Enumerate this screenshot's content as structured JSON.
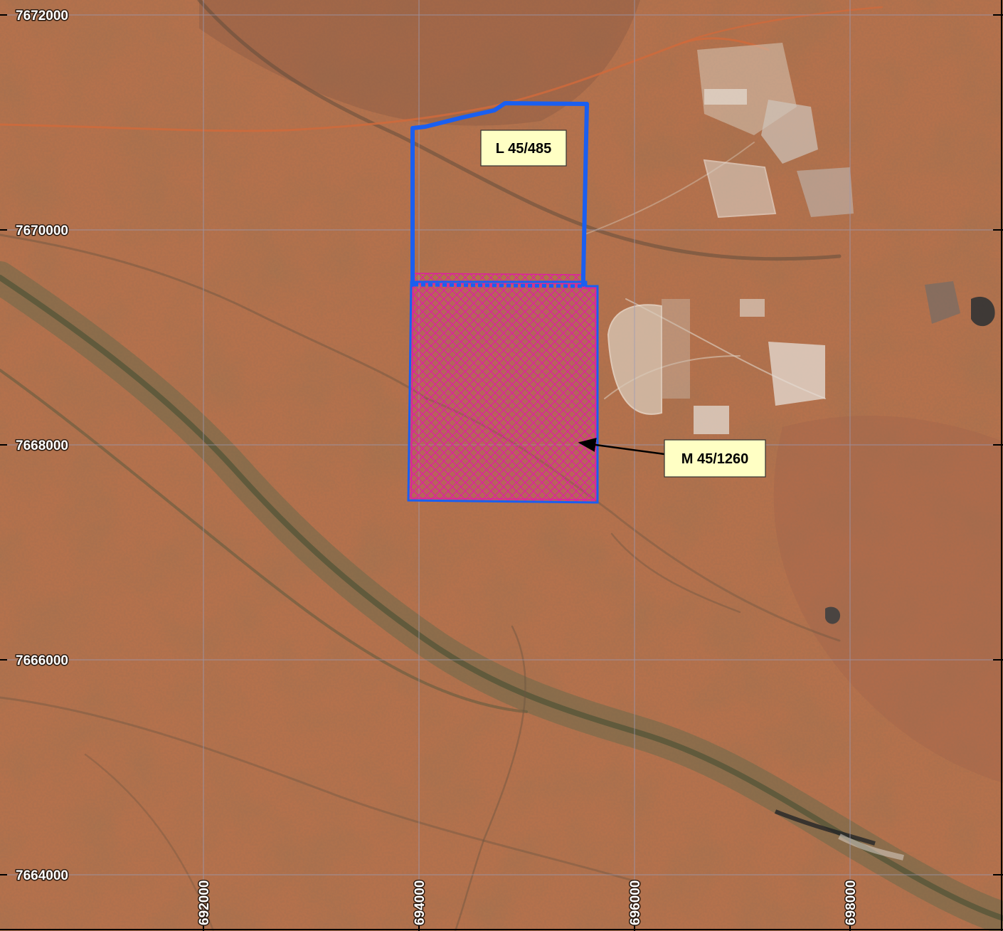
{
  "map": {
    "grid": {
      "northings": [
        "7672000",
        "7670000",
        "7668000",
        "7666000",
        "7664000"
      ],
      "eastings": [
        "692000",
        "694000",
        "696000",
        "698000"
      ]
    },
    "tenements": [
      {
        "id": "L 45/485",
        "type": "outline",
        "color": "#1a5ff0"
      },
      {
        "id": "M 45/1260",
        "type": "hatched",
        "color": "#e020a0",
        "outline_color": "#1a5ff0"
      }
    ],
    "colors": {
      "terrain": "#b5714c",
      "grid_line": "#9a9ab4",
      "label_fill": "#ffffc4"
    }
  }
}
